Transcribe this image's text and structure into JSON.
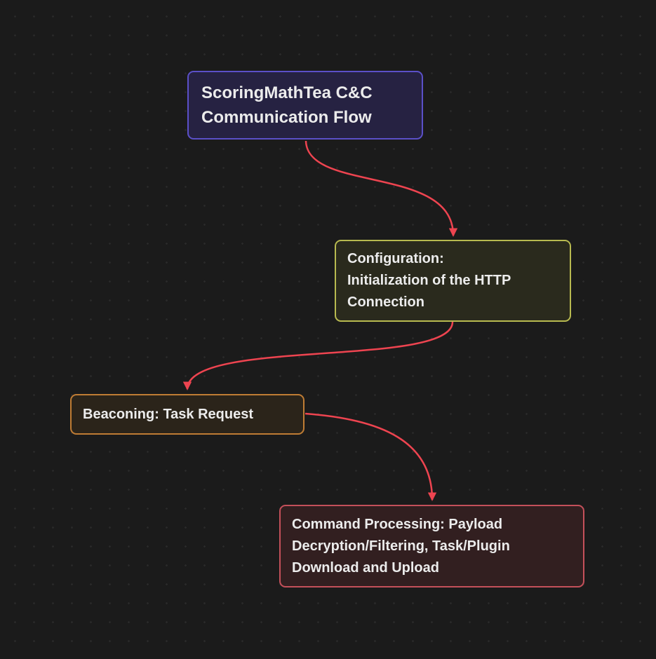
{
  "diagram": {
    "background_color": "#1b1b1b",
    "dot_grid_color": "#2a2a2a",
    "edge_color": "#ee4450",
    "text_color": "#ececec",
    "nodes": [
      {
        "id": "title",
        "label": "ScoringMathTea C&C\nCommunication Flow",
        "border_color": "#5b50c8",
        "fill_color": "#262242"
      },
      {
        "id": "configuration",
        "label": "Configuration:\nInitialization of the HTTP\nConnection",
        "border_color": "#b8ba50",
        "fill_color": "#2a2a1d"
      },
      {
        "id": "beaconing",
        "label": "Beaconing: Task Request",
        "border_color": "#bf7c34",
        "fill_color": "#2b241a"
      },
      {
        "id": "command-processing",
        "label": "Command Processing: Payload\nDecryption/Filtering, Task/Plugin\nDownload and Upload",
        "border_color": "#c4505a",
        "fill_color": "#321f20"
      }
    ],
    "edges": [
      {
        "from": "title",
        "to": "configuration"
      },
      {
        "from": "configuration",
        "to": "beaconing"
      },
      {
        "from": "beaconing",
        "to": "command-processing"
      }
    ]
  }
}
